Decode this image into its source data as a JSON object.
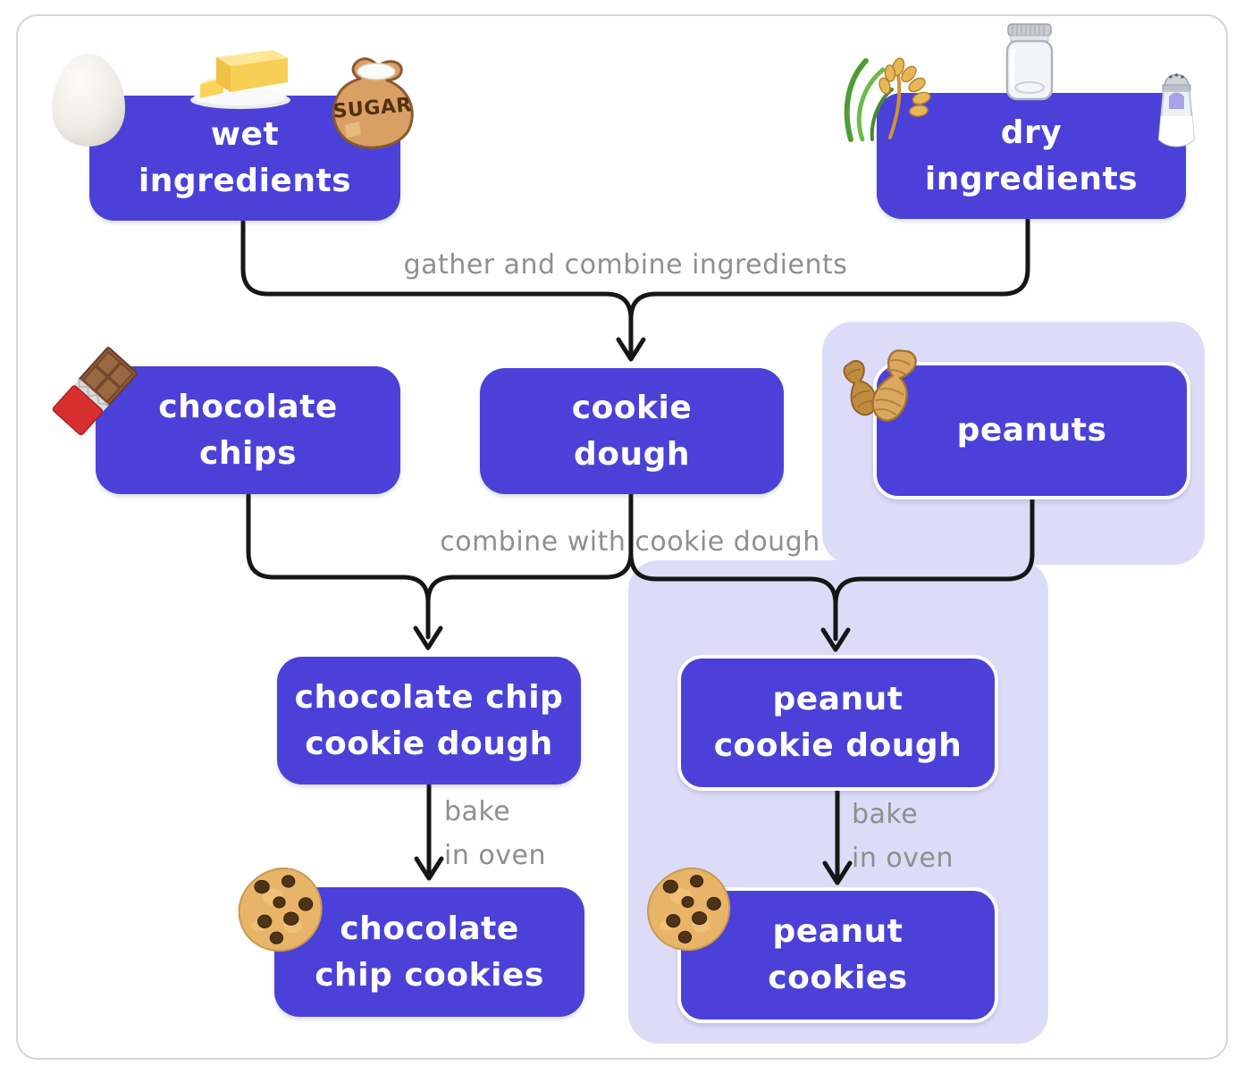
{
  "colors": {
    "node_bg": "#4b41d8",
    "node_text": "#ffffff",
    "panel_bg": "#dcdcf8",
    "edge_color": "#161616",
    "label_color": "#8f8f8f",
    "card_border": "#d6d6d6",
    "card_bg": "#ffffff"
  },
  "nodes": {
    "wet_ingredients": {
      "lines": [
        "wet",
        "ingredients"
      ]
    },
    "dry_ingredients": {
      "lines": [
        "dry",
        "ingredients"
      ]
    },
    "chocolate_chips": {
      "lines": [
        "chocolate",
        "chips"
      ]
    },
    "cookie_dough": {
      "lines": [
        "cookie",
        "dough"
      ]
    },
    "peanuts": {
      "lines": [
        "peanuts"
      ]
    },
    "chocolate_chip_cookie_dough": {
      "lines": [
        "chocolate chip",
        "cookie dough"
      ]
    },
    "peanut_cookie_dough": {
      "lines": [
        "peanut",
        "cookie dough"
      ]
    },
    "chocolate_chip_cookies": {
      "lines": [
        "chocolate",
        "chip cookies"
      ]
    },
    "peanut_cookies": {
      "lines": [
        "peanut",
        "cookies"
      ]
    }
  },
  "edge_labels": {
    "gather": "gather and combine ingredients",
    "combine": "combine with cookie dough",
    "bake_left": [
      "bake",
      "in oven"
    ],
    "bake_right": [
      "bake",
      "in oven"
    ]
  },
  "icons": {
    "sugar_label": "SUGAR",
    "wet_ingredients": [
      "egg-icon",
      "butter-icon",
      "sugar-bag-icon"
    ],
    "dry_ingredients": [
      "rice-icon",
      "jar-icon",
      "salt-shaker-icon"
    ],
    "chocolate_chips": [
      "chocolate-bar-icon"
    ],
    "peanuts": [
      "peanuts-icon"
    ],
    "chocolate_chip_cookies": [
      "cookie-icon"
    ],
    "peanut_cookies": [
      "cookie-icon"
    ]
  }
}
